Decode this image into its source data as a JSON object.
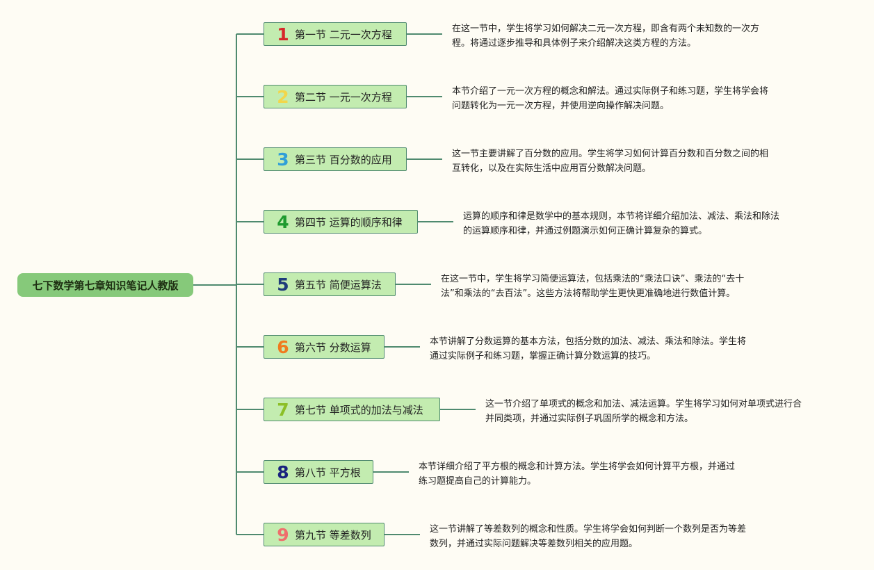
{
  "root": {
    "label": "七下数学第七章知识笔记人教版"
  },
  "colors": {
    "connector": "#4f8a6f",
    "root_fill": "#86c97a",
    "node_fill": "#c3ecb0"
  },
  "sections": [
    {
      "num": "1",
      "num_color": "#d6282a",
      "title": "第一节 二元一次方程",
      "desc_lines": [
        "在这一节中，学生将学习如何解决二元一次方程，即含有两个未知数的一次方",
        "程。将通过逐步推导和具体例子来介绍解决这类方程的方法。"
      ]
    },
    {
      "num": "2",
      "num_color": "#f2d64b",
      "title": "第二节 一元一次方程",
      "desc_lines": [
        "本节介绍了一元一次方程的概念和解法。通过实际例子和练习题，学生将学会将",
        "问题转化为一元一次方程，并使用逆向操作解决问题。"
      ]
    },
    {
      "num": "3",
      "num_color": "#2f9fd8",
      "title": "第三节 百分数的应用",
      "desc_lines": [
        "这一节主要讲解了百分数的应用。学生将学习如何计算百分数和百分数之间的相",
        "互转化，以及在实际生活中应用百分数解决问题。"
      ]
    },
    {
      "num": "4",
      "num_color": "#1f9a2f",
      "title": "第四节 运算的顺序和律",
      "desc_lines": [
        "运算的顺序和律是数学中的基本规则，本节将详细介绍加法、减法、乘法和除法",
        "的运算顺序和律，并通过例题演示如何正确计算复杂的算式。"
      ]
    },
    {
      "num": "5",
      "num_color": "#1f3c7a",
      "title": "第五节 简便运算法",
      "desc_lines": [
        "在这一节中，学生将学习简便运算法，包括乘法的“乘法口诀”、乘法的“去十",
        "法”和乘法的“去百法”。这些方法将帮助学生更快更准确地进行数值计算。"
      ]
    },
    {
      "num": "6",
      "num_color": "#f07a1e",
      "title": "第六节 分数运算",
      "desc_lines": [
        "本节讲解了分数运算的基本方法，包括分数的加法、减法、乘法和除法。学生将",
        "通过实际例子和练习题，掌握正确计算分数运算的技巧。"
      ]
    },
    {
      "num": "7",
      "num_color": "#8cbf26",
      "title": "第七节 单项式的加法与减法",
      "desc_lines": [
        "这一节介绍了单项式的概念和加法、减法运算。学生将学习如何对单项式进行合",
        "并同类项，并通过实际例子巩固所学的概念和方法。"
      ]
    },
    {
      "num": "8",
      "num_color": "#1a237e",
      "title": "第八节 平方根",
      "desc_lines": [
        "本节详细介绍了平方根的概念和计算方法。学生将学会如何计算平方根，并通过",
        "练习题提高自己的计算能力。"
      ]
    },
    {
      "num": "9",
      "num_color": "#ef6f6c",
      "title": "第九节 等差数列",
      "desc_lines": [
        "这一节讲解了等差数列的概念和性质。学生将学会如何判断一个数列是否为等差",
        "数列，并通过实际问题解决等差数列相关的应用题。"
      ]
    }
  ]
}
